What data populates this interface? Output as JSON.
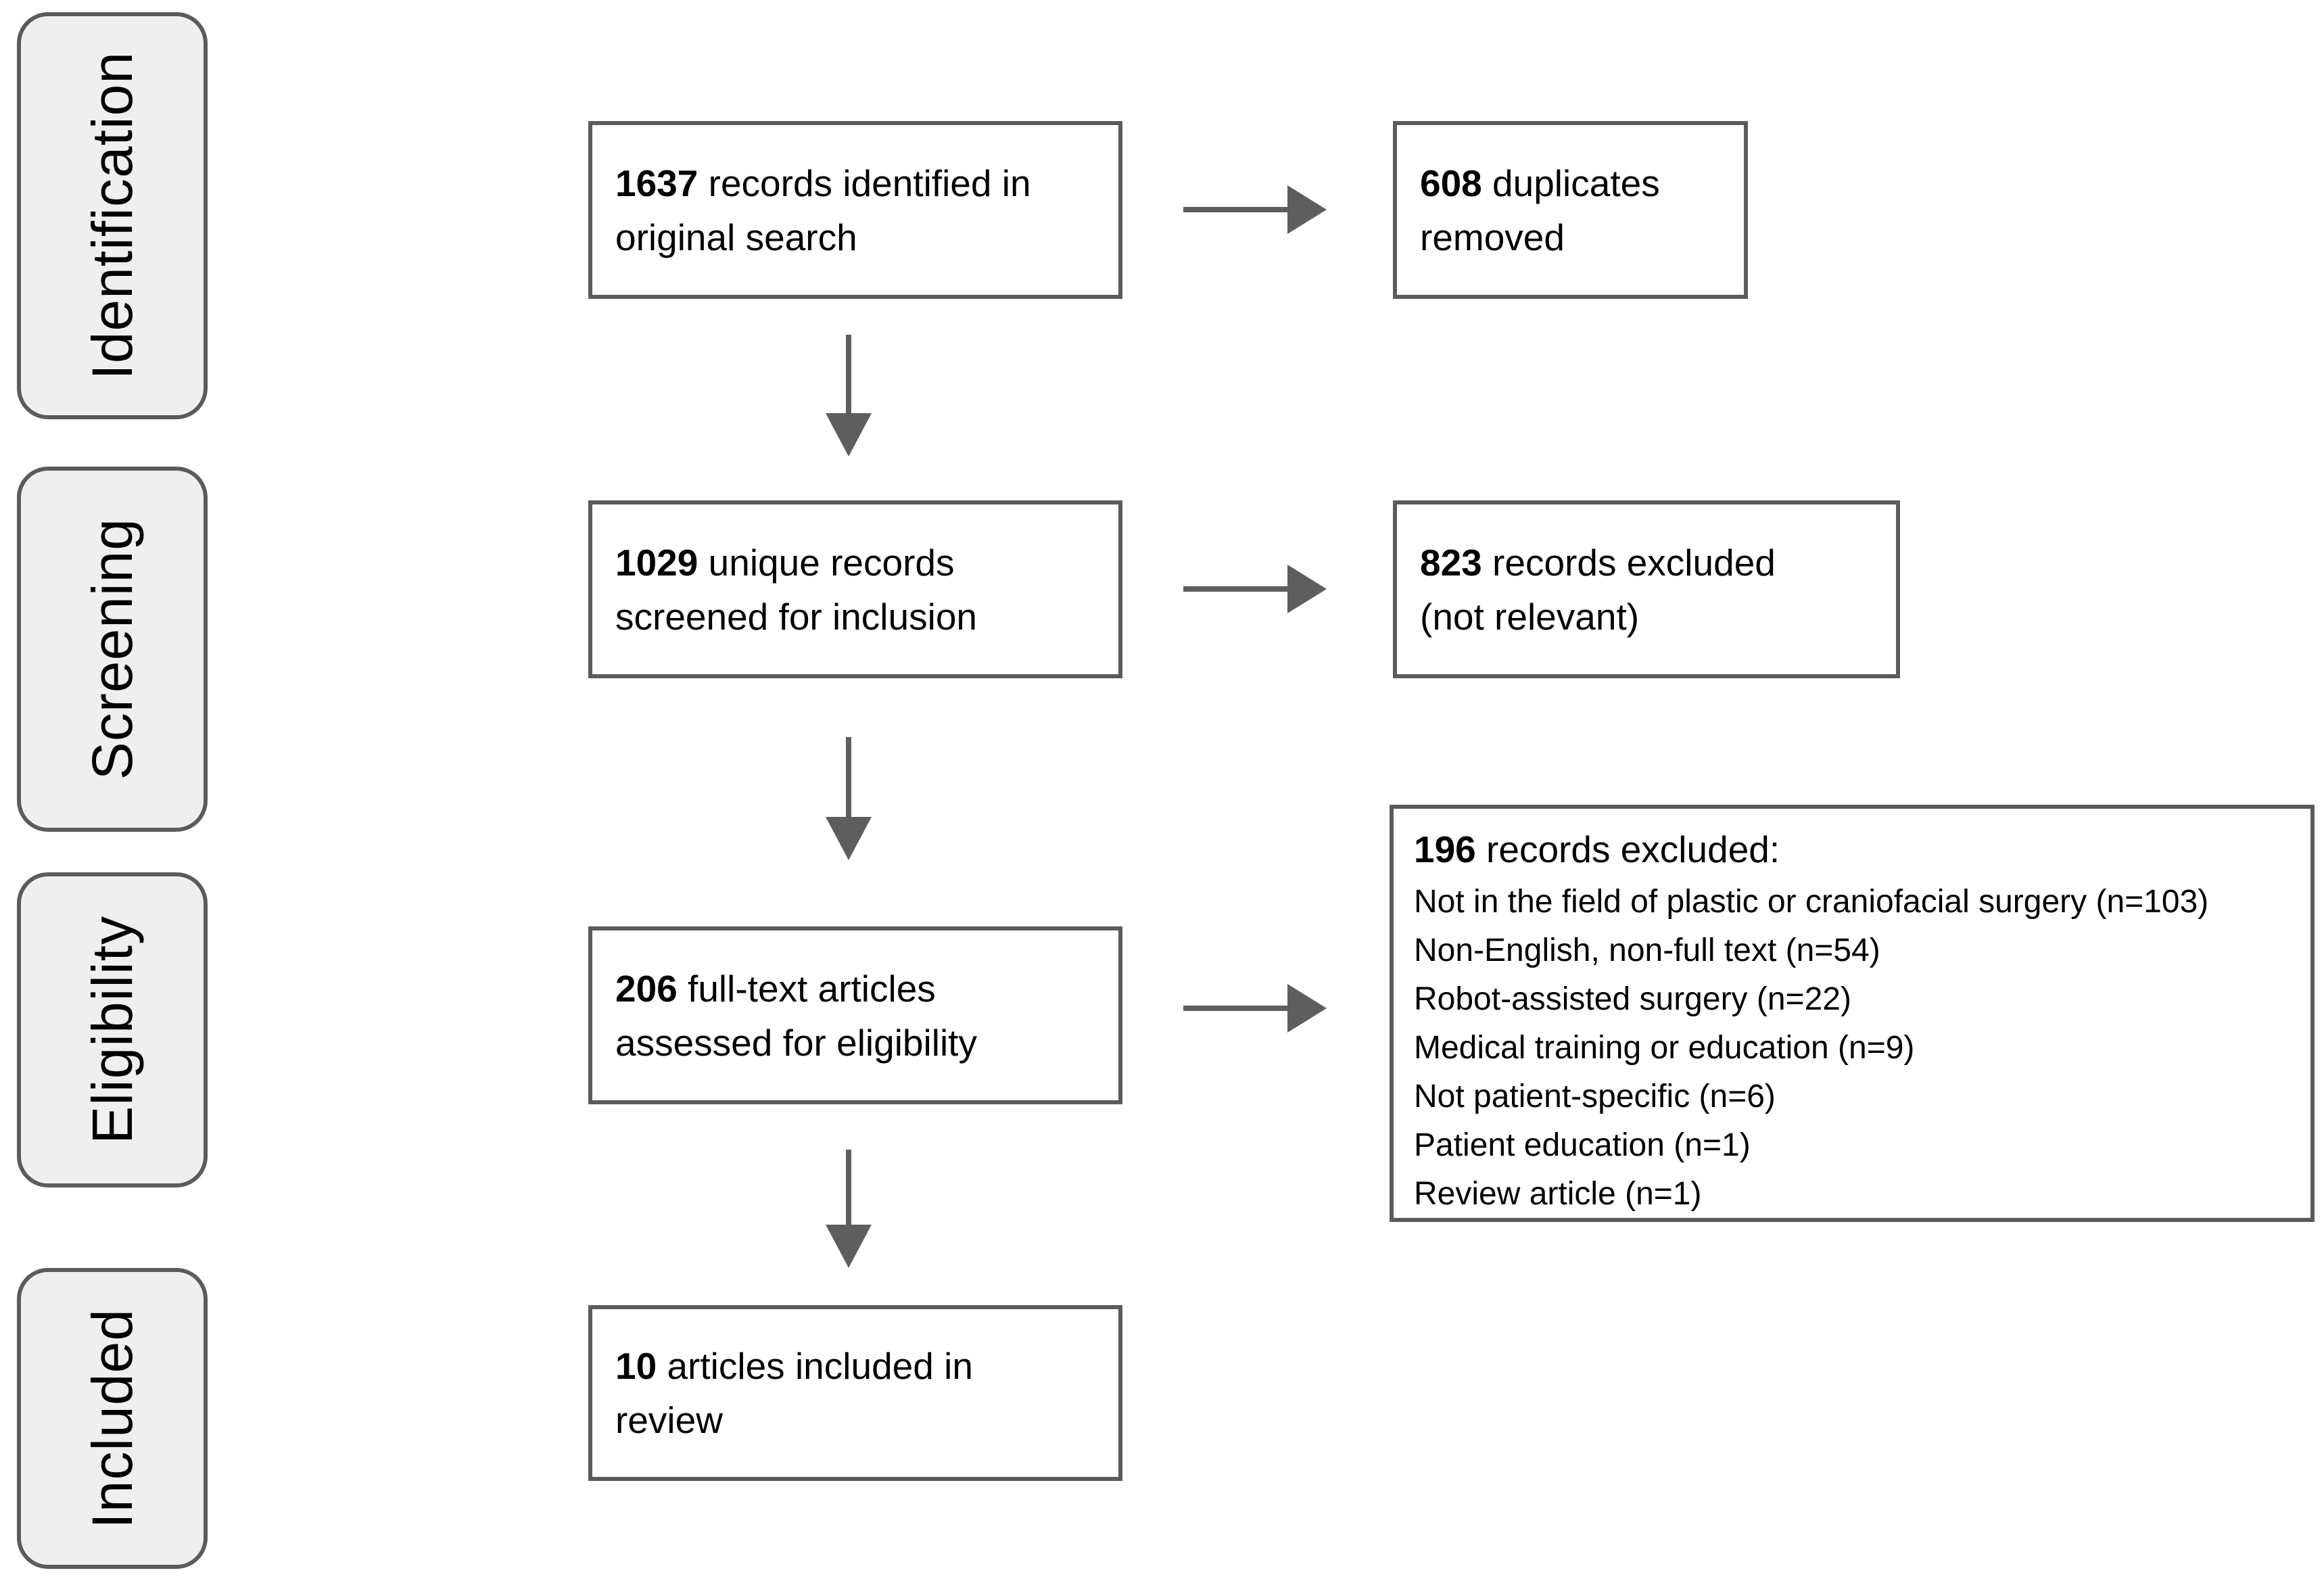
{
  "diagram": {
    "stages": [
      {
        "label": "Identification"
      },
      {
        "label": "Screening"
      },
      {
        "label": "Eligibility"
      },
      {
        "label": "Included"
      }
    ],
    "flow_boxes": [
      {
        "count": "1637",
        "line1": "records identified in",
        "line2": "original search"
      },
      {
        "count": "1029",
        "line1": "unique records",
        "line2": "screened for inclusion"
      },
      {
        "count": "206",
        "line1": "full-text articles",
        "line2": "assessed for eligibility"
      },
      {
        "count": "10",
        "line1": "articles included in",
        "line2": "review"
      }
    ],
    "side_boxes": [
      {
        "count": "608",
        "line1": "duplicates",
        "line2": "removed"
      },
      {
        "count": "823",
        "line1": "records excluded",
        "line2": "(not relevant)"
      }
    ],
    "exclusion_box": {
      "count": "196",
      "title": "records excluded:",
      "items": [
        "Not in the field of plastic or craniofacial surgery (n=103)",
        "Non-English, non-full text (n=54)",
        "Robot-assisted surgery (n=22)",
        "Medical training or education (n=9)",
        "Not patient-specific (n=6)",
        "Patient education (n=1)",
        "Review article (n=1)"
      ]
    },
    "colors": {
      "stage_fill": "#efefef",
      "box_border": "#5b5b5b",
      "arrow": "#5e5e5e",
      "text": "#000000",
      "background": "#ffffff"
    }
  }
}
